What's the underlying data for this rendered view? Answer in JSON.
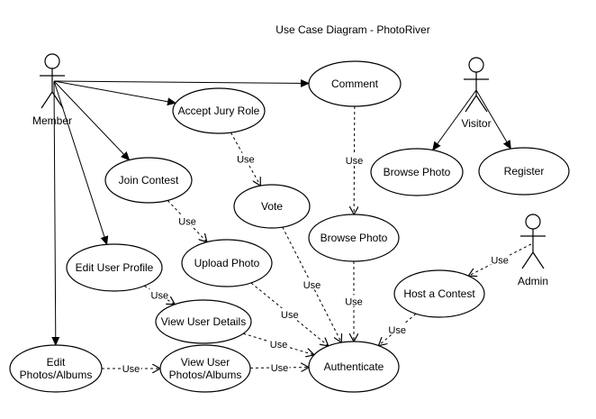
{
  "title": "Use Case Diagram - PhotoRiver",
  "actors": [
    {
      "id": "member",
      "label": "Member"
    },
    {
      "id": "visitor",
      "label": "Visitor"
    },
    {
      "id": "admin",
      "label": "Admin"
    }
  ],
  "use_cases": [
    {
      "id": "comment",
      "lines": [
        "Comment"
      ]
    },
    {
      "id": "accept_jury",
      "lines": [
        "Accept Jury Role"
      ]
    },
    {
      "id": "join_contest",
      "lines": [
        "Join Contest"
      ]
    },
    {
      "id": "vote",
      "lines": [
        "Vote"
      ]
    },
    {
      "id": "browse_photo_v",
      "lines": [
        "Browse Photo"
      ]
    },
    {
      "id": "register",
      "lines": [
        "Register"
      ]
    },
    {
      "id": "browse_photo_m",
      "lines": [
        "Browse Photo"
      ]
    },
    {
      "id": "upload_photo",
      "lines": [
        "Upload Photo"
      ]
    },
    {
      "id": "edit_profile",
      "lines": [
        "Edit User Profile"
      ]
    },
    {
      "id": "host_contest",
      "lines": [
        "Host a Contest"
      ]
    },
    {
      "id": "view_details",
      "lines": [
        "View User Details"
      ]
    },
    {
      "id": "edit_photos",
      "lines": [
        "Edit",
        "Photos/Albums"
      ]
    },
    {
      "id": "view_photos",
      "lines": [
        "View User",
        "Photos/Albums"
      ]
    },
    {
      "id": "authenticate",
      "lines": [
        "Authenticate"
      ]
    }
  ],
  "associations": [
    {
      "from": "member",
      "to": "comment"
    },
    {
      "from": "member",
      "to": "accept_jury"
    },
    {
      "from": "member",
      "to": "join_contest"
    },
    {
      "from": "member",
      "to": "edit_profile"
    },
    {
      "from": "member",
      "to": "edit_photos"
    },
    {
      "from": "visitor",
      "to": "browse_photo_v"
    },
    {
      "from": "visitor",
      "to": "register"
    }
  ],
  "dependencies": [
    {
      "from": "accept_jury",
      "to": "vote",
      "label": "Use"
    },
    {
      "from": "comment",
      "to": "browse_photo_m",
      "label": "Use"
    },
    {
      "from": "join_contest",
      "to": "upload_photo",
      "label": "Use"
    },
    {
      "from": "edit_profile",
      "to": "view_details",
      "label": "Use"
    },
    {
      "from": "edit_photos",
      "to": "view_photos",
      "label": "Use"
    },
    {
      "from": "vote",
      "to": "authenticate",
      "label": "Use"
    },
    {
      "from": "browse_photo_m",
      "to": "authenticate",
      "label": "Use"
    },
    {
      "from": "upload_photo",
      "to": "authenticate",
      "label": "Use"
    },
    {
      "from": "view_details",
      "to": "authenticate",
      "label": "Use"
    },
    {
      "from": "view_photos",
      "to": "authenticate",
      "label": "Use"
    },
    {
      "from": "host_contest",
      "to": "authenticate",
      "label": "Use"
    },
    {
      "from": "admin",
      "to": "host_contest",
      "label": "Use"
    }
  ]
}
